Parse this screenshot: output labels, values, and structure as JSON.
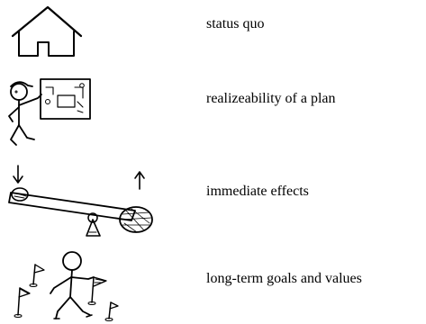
{
  "items": [
    {
      "icon": "house-icon",
      "label": "status quo"
    },
    {
      "icon": "presenter-with-plan-board-icon",
      "label": "realizeability of a plan"
    },
    {
      "icon": "seesaw-balance-icon",
      "label": "immediate effects"
    },
    {
      "icon": "stick-figure-with-flags-icon",
      "label": "long-term goals and values"
    }
  ]
}
